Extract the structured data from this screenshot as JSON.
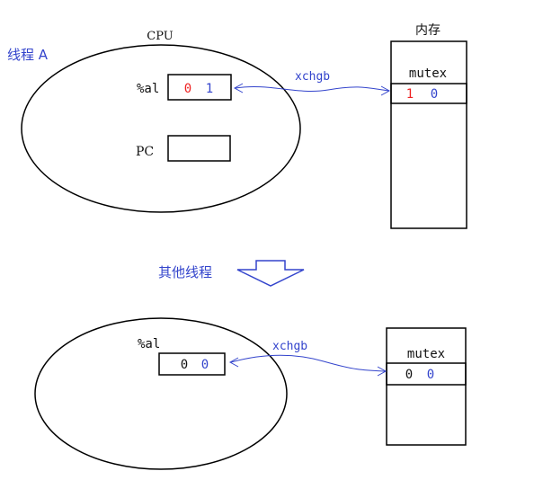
{
  "top": {
    "thread_label": "线程 A",
    "cpu_label": "CPU",
    "memory_label": "内存",
    "register_label": "%al",
    "register_old_value": "0",
    "register_new_value": "1",
    "pc_label": "PC",
    "mutex_label": "mutex",
    "mutex_old_value": "1",
    "mutex_new_value": "0",
    "instruction": "xchgb"
  },
  "middle": {
    "transition_label": "其他线程"
  },
  "bottom": {
    "register_label": "%al",
    "register_old_value": "0",
    "register_new_value": "0",
    "mutex_label": "mutex",
    "mutex_old_value": "0",
    "mutex_new_value": "0",
    "instruction": "xchgb"
  },
  "colors": {
    "outline": "#000000",
    "accent_blue": "#3344cc",
    "accent_red": "#ee2222",
    "text": "#111111"
  }
}
